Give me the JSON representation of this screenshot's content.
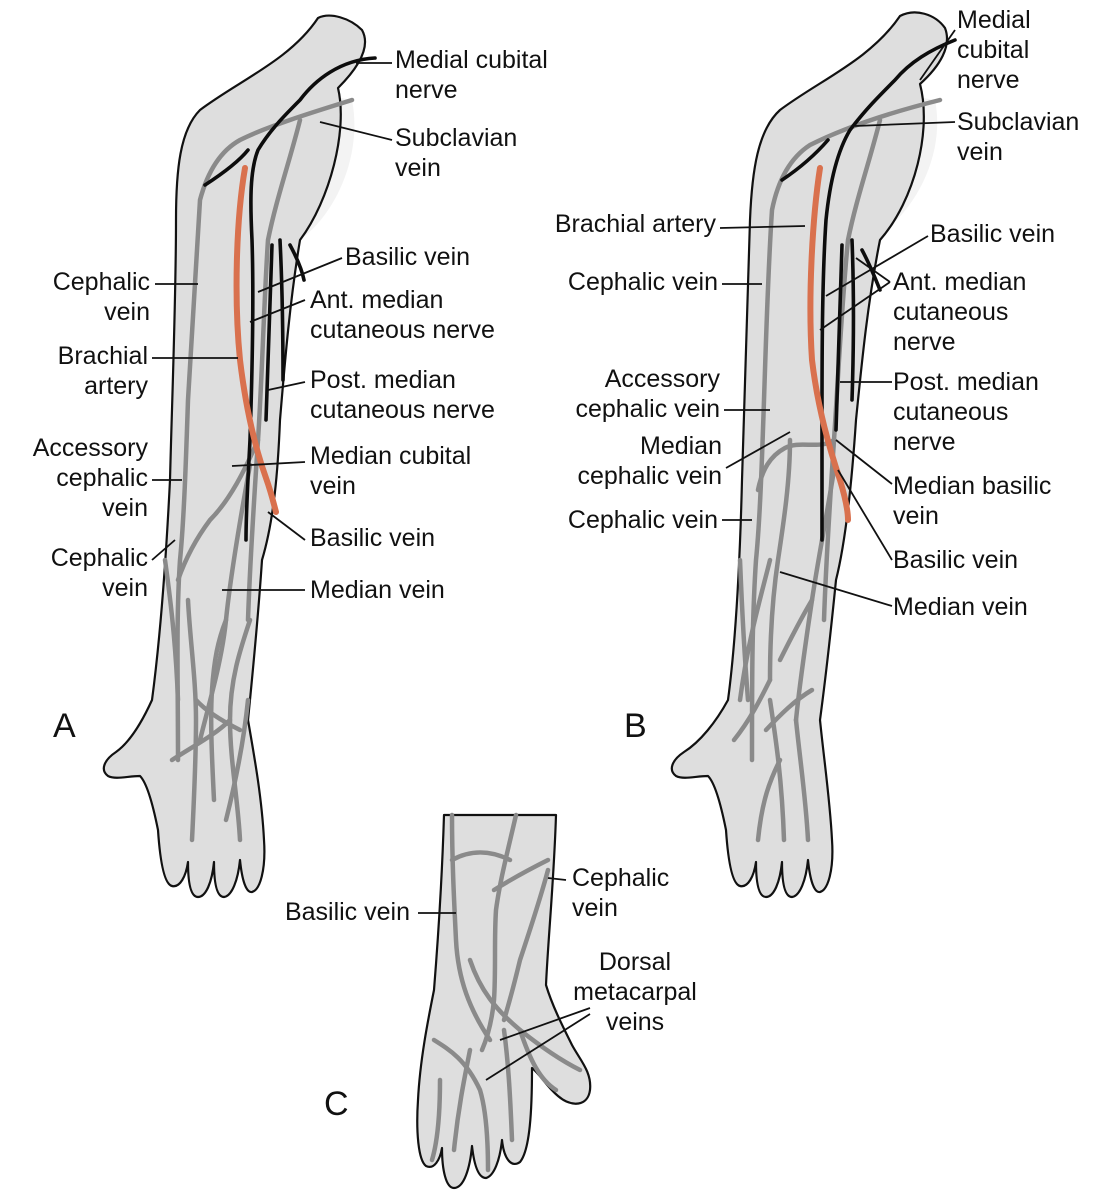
{
  "colors": {
    "skin": "#dedede",
    "vein": "#8a8a8a",
    "nerve": "#0d0d0d",
    "artery": "#d9714e",
    "text": "#111111"
  },
  "panels": {
    "A": {
      "letter": "A",
      "labels": [
        [
          "Medial cubital",
          "nerve"
        ],
        [
          "Subclavian",
          "vein"
        ],
        [
          "Cephalic",
          "vein"
        ],
        [
          "Basilic vein"
        ],
        [
          "Ant. median",
          "cutaneous nerve"
        ],
        [
          "Brachial",
          "artery"
        ],
        [
          "Post. median",
          "cutaneous nerve"
        ],
        [
          "Accessory",
          "cephalic",
          "vein"
        ],
        [
          "Median cubital",
          "vein"
        ],
        [
          "Basilic vein"
        ],
        [
          "Cephalic",
          "vein"
        ],
        [
          "Median vein"
        ]
      ]
    },
    "B": {
      "letter": "B",
      "labels": [
        [
          "Medial",
          "cubital",
          "nerve"
        ],
        [
          "Subclavian",
          "vein"
        ],
        [
          "Brachial artery"
        ],
        [
          "Basilic vein"
        ],
        [
          "Cephalic vein"
        ],
        [
          "Ant. median",
          "cutaneous",
          "nerve"
        ],
        [
          "Accessory",
          "cephalic vein"
        ],
        [
          "Post. median",
          "cutaneous",
          "nerve"
        ],
        [
          "Median",
          "cephalic vein"
        ],
        [
          "Median basilic",
          "vein"
        ],
        [
          "Cephalic vein"
        ],
        [
          "Basilic vein"
        ],
        [
          "Median vein"
        ]
      ]
    },
    "C": {
      "letter": "C",
      "labels": [
        [
          "Cephalic",
          "vein"
        ],
        [
          "Basilic vein"
        ],
        [
          "Dorsal",
          "metacarpal",
          "veins"
        ]
      ]
    }
  }
}
